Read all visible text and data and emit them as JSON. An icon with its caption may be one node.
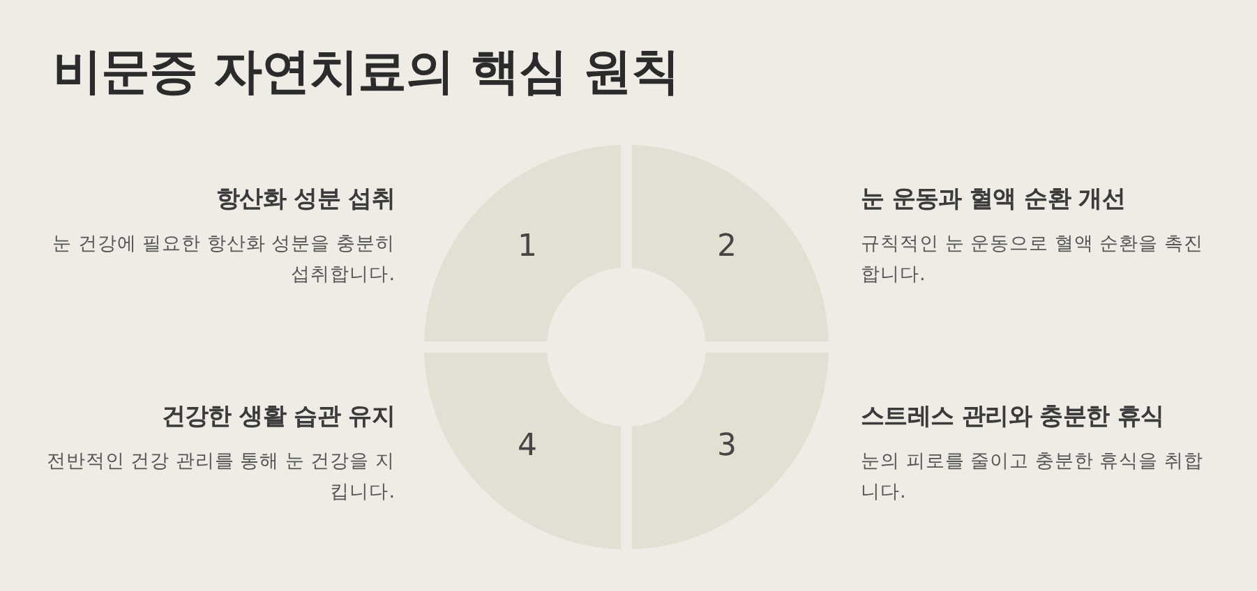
{
  "diagram": {
    "title": "비문증 자연치료의 핵심 원칙",
    "nodes": [
      {
        "text": [
          "1"
        ],
        "beside": [
          "항산화 성분 섭취",
          "눈 건강에 필요한 항산화 성분을 충분히 섭취합니다."
        ]
      },
      {
        "text": [
          "2"
        ],
        "beside": [
          "눈 운동과 혈액 순환 개선",
          "규칙적인 눈 운동으로 혈액 순환을 촉진합니다."
        ]
      },
      {
        "text": [
          "4"
        ],
        "beside": [
          "건강한 생활 습관 유지",
          "전반적인 건강 관리를 통해 눈 건강을 지킵니다."
        ]
      },
      {
        "text": [
          "3"
        ],
        "beside": [
          "스트레스 관리와 충분한 휴식",
          "눈의 피로를 줄이고 충분한 휴식을 취합니다."
        ]
      }
    ],
    "edges": []
  }
}
